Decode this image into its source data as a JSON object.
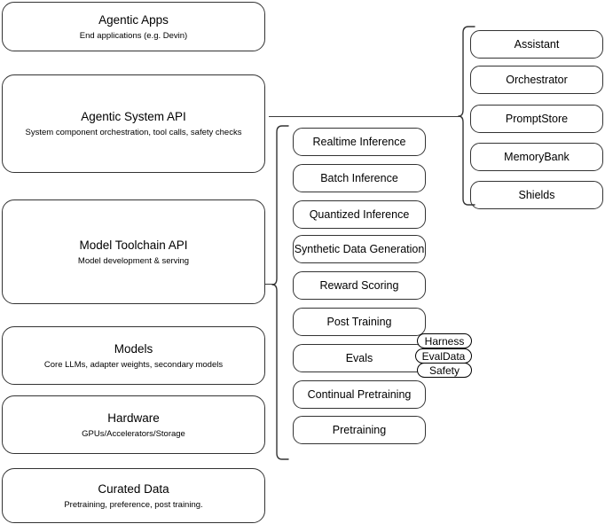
{
  "diagram": {
    "title": "AI stack layered architecture diagram",
    "stroke_color": "#333333",
    "background_color": "#ffffff",
    "layers": [
      {
        "name": "agentic-apps",
        "title": "Agentic Apps",
        "subtitle": "End applications (e.g. Devin)"
      },
      {
        "name": "agentic-system-api",
        "title": "Agentic System API",
        "subtitle": "System component orchestration, tool calls, safety checks"
      },
      {
        "name": "model-toolchain-api",
        "title": "Model Toolchain API",
        "subtitle": "Model development & serving"
      },
      {
        "name": "models",
        "title": "Models",
        "subtitle": "Core LLMs, adapter weights, secondary models"
      },
      {
        "name": "hardware",
        "title": "Hardware",
        "subtitle": "GPUs/Accelerators/Storage"
      },
      {
        "name": "curated-data",
        "title": "Curated Data",
        "subtitle": "Pretraining, preference, post training."
      }
    ],
    "toolchain_capabilities": [
      {
        "name": "realtime-inference",
        "label": "Realtime Inference"
      },
      {
        "name": "batch-inference",
        "label": "Batch Inference"
      },
      {
        "name": "quantized-inference",
        "label": "Quantized Inference"
      },
      {
        "name": "synthetic-data-generation",
        "label": "Synthetic Data Generation"
      },
      {
        "name": "reward-scoring",
        "label": "Reward Scoring"
      },
      {
        "name": "post-training",
        "label": "Post Training"
      },
      {
        "name": "evals",
        "label": "Evals"
      },
      {
        "name": "continual-pretraining",
        "label": "Continual Pretraining"
      },
      {
        "name": "pretraining",
        "label": "Pretraining"
      }
    ],
    "system_components": [
      {
        "name": "assistant",
        "label": "Assistant"
      },
      {
        "name": "orchestrator",
        "label": "Orchestrator"
      },
      {
        "name": "promptstore",
        "label": "PromptStore"
      },
      {
        "name": "memorybank",
        "label": "MemoryBank"
      },
      {
        "name": "shields",
        "label": "Shields"
      }
    ],
    "evals_subcomponents": [
      {
        "name": "harness",
        "label": "Harness"
      },
      {
        "name": "evaldata",
        "label": "EvalData"
      },
      {
        "name": "safety",
        "label": "Safety"
      }
    ]
  }
}
